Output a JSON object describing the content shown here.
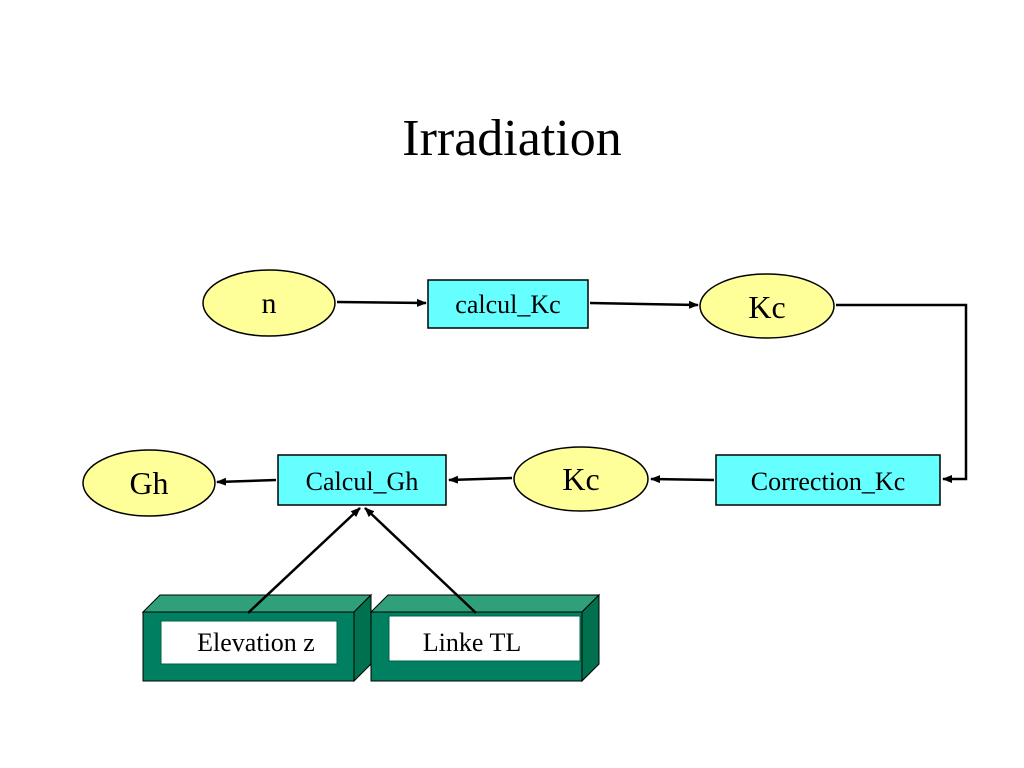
{
  "title": "Irradiation",
  "colors": {
    "ellipse_fill": "#ffff99",
    "box_fill": "#66ffff",
    "block_face": "#008060",
    "block_top": "#2fa079",
    "block_side": "#00704f",
    "stroke": "#000000"
  },
  "nodes": {
    "n": "n",
    "calcul_kc": "calcul_Kc",
    "kc_top": "Kc",
    "correction_kc": "Correction_Kc",
    "kc_bottom": "Kc",
    "calcul_gh": "Calcul_Gh",
    "gh": "Gh",
    "elevation_z": "Elevation z",
    "linke_tl": "Linke TL"
  }
}
